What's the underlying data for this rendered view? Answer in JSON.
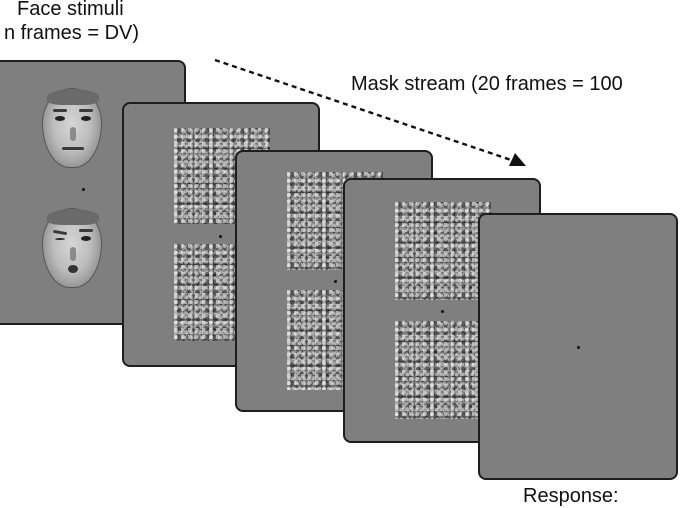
{
  "labels": {
    "face_stimuli_title": "Face stimuli",
    "face_stimuli_frames": "n frames = DV)",
    "mask_stream": "Mask stream (20 frames = 100",
    "response": "Response:"
  },
  "colors": {
    "card_fill": "#7f7f7f",
    "card_border": "#1e1e1e",
    "text": "#111111",
    "arrow": "#111111"
  }
}
